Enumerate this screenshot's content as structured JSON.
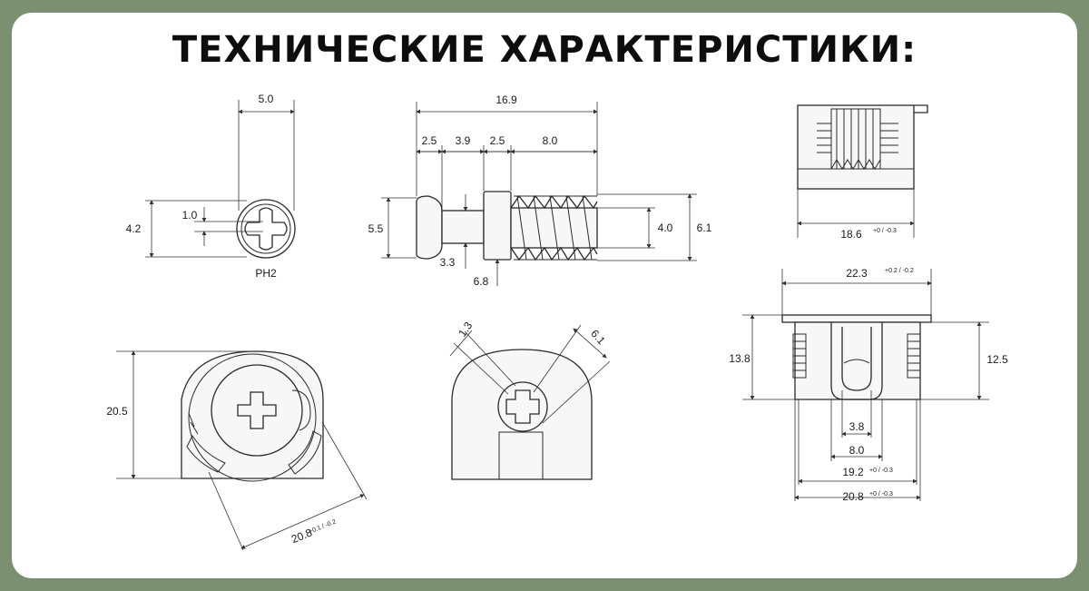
{
  "title": "ТЕХНИЧЕСКИЕ ХАРАКТЕРИСТИКИ:",
  "labels": {
    "screw_head_width": "5.0",
    "screw_head_height": "4.2",
    "screw_slot": "1.0",
    "screw_drive": "PH2",
    "screw_total_length": "16.9",
    "screw_seg1": "2.5",
    "screw_seg2": "3.9",
    "screw_seg3": "2.5",
    "screw_seg4": "8.0",
    "screw_head_dia": "5.5",
    "screw_neck": "3.3",
    "screw_collar": "6.8",
    "screw_core": "4.0",
    "screw_thread": "6.1",
    "cam_height": "20.5",
    "cam_dia": "20.8",
    "cam_dia_tol": "+0.1 / -0.2",
    "front_slot": "1.3",
    "front_dia": "6.1",
    "sleeve_top_width": "18.6",
    "sleeve_top_tol": "+0 / -0.3",
    "sleeve_flange": "22.3",
    "sleeve_flange_tol": "+0.2 / -0.2",
    "sleeve_height": "13.8",
    "sleeve_body_height": "12.5",
    "sleeve_slot": "3.8",
    "sleeve_inner": "8.0",
    "sleeve_dia1": "19.2",
    "sleeve_dia1_tol": "+0 / -0.3",
    "sleeve_dia2": "20.8",
    "sleeve_dia2_tol": "+0 / -0.3"
  },
  "colors": {
    "frame": "#7a9070",
    "card": "#ffffff",
    "line": "#2a2a2a"
  },
  "icons": [
    "phillips-cross-icon"
  ]
}
